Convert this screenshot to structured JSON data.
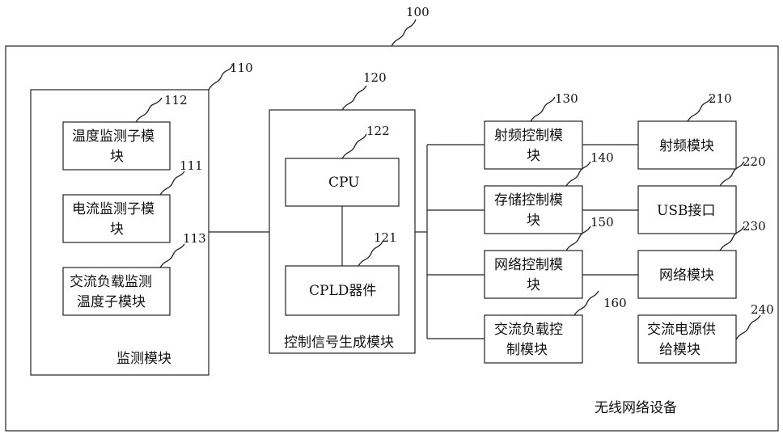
{
  "refs": {
    "r100": "100",
    "r110": "110",
    "r112": "112",
    "r111": "111",
    "r113": "113",
    "r120": "120",
    "r122": "122",
    "r121": "121",
    "r130": "130",
    "r140": "140",
    "r150": "150",
    "r160": "160",
    "r210": "210",
    "r220": "220",
    "r230": "230",
    "r240": "240"
  },
  "labels": {
    "device": "无线网络设备",
    "monitor_module": "监测模块",
    "temp_l1": "温度监测子模",
    "temp_l2": "块",
    "current_l1": "电流监测子模",
    "current_l2": "块",
    "ac_temp_l1": "交流负载监测",
    "ac_temp_l2": "温度子模块",
    "control_module": "控制信号生成模块",
    "cpu": "CPU",
    "cpld": "CPLD器件",
    "rf_ctrl_l1": "射频控制模",
    "rf_ctrl_l2": "块",
    "storage_ctrl_l1": "存储控制模",
    "storage_ctrl_l2": "块",
    "net_ctrl_l1": "网络控制模",
    "net_ctrl_l2": "块",
    "ac_ctrl_l1": "交流负载控",
    "ac_ctrl_l2": "制模块",
    "rf_module": "射频模块",
    "usb": "USB接口",
    "net_module": "网络模块",
    "ac_power_l1": "交流电源供",
    "ac_power_l2": "给模块"
  }
}
